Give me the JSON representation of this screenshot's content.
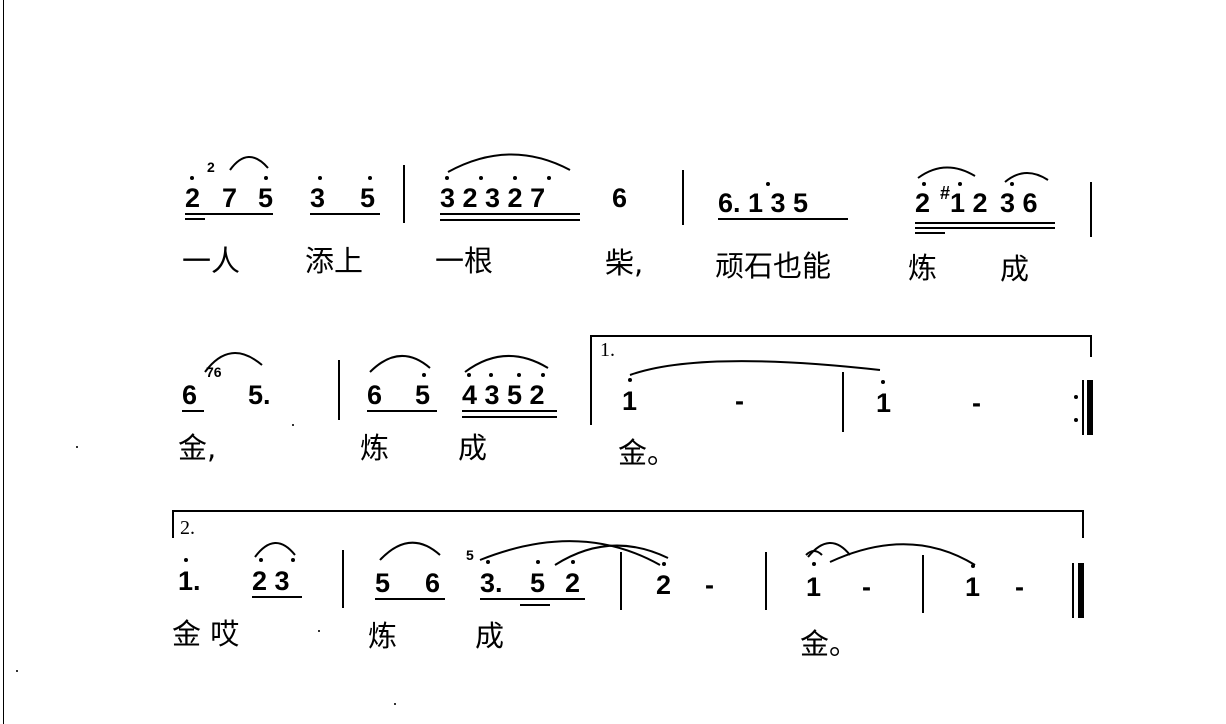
{
  "score": {
    "system1": {
      "notes": {
        "m1a": "2",
        "m1b": "7",
        "m1c": "5",
        "m1d": "3",
        "m1e": "5",
        "m1_grace": "2",
        "m2": "3 2 3 2 7",
        "m2b": "6",
        "m3": "6. 1 3 5",
        "m3b": "2",
        "m3c": "1 2",
        "m3d": "3 6",
        "m3_sharp": "#"
      },
      "lyrics": {
        "l1": "一人",
        "l2": "添上",
        "l3": "一根",
        "l4": "柴,",
        "l5": "顽石也能",
        "l6": "炼",
        "l7": "成"
      }
    },
    "system2": {
      "notes": {
        "a": "6",
        "grace": "76",
        "b": "5.",
        "c": "6",
        "d": "5",
        "e": "4 3 5 2",
        "f": "1",
        "dash1": "-",
        "g": "1",
        "dash2": "-"
      },
      "volta": "1.",
      "lyrics": {
        "l1": "金,",
        "l2": "炼",
        "l3": "成",
        "l4": "金。"
      }
    },
    "system3": {
      "notes": {
        "a": "1.",
        "b": "2 3",
        "c": "5",
        "d": "6",
        "grace": "5",
        "e": "3.",
        "f": "5",
        "g": "2",
        "h": "2",
        "dash1": "-",
        "i": "1",
        "dash2": "-",
        "j": "1",
        "dash3": "-"
      },
      "volta": "2.",
      "lyrics": {
        "l1": "金 哎",
        "l2": "炼",
        "l3": "成",
        "l4": "金。"
      }
    }
  }
}
